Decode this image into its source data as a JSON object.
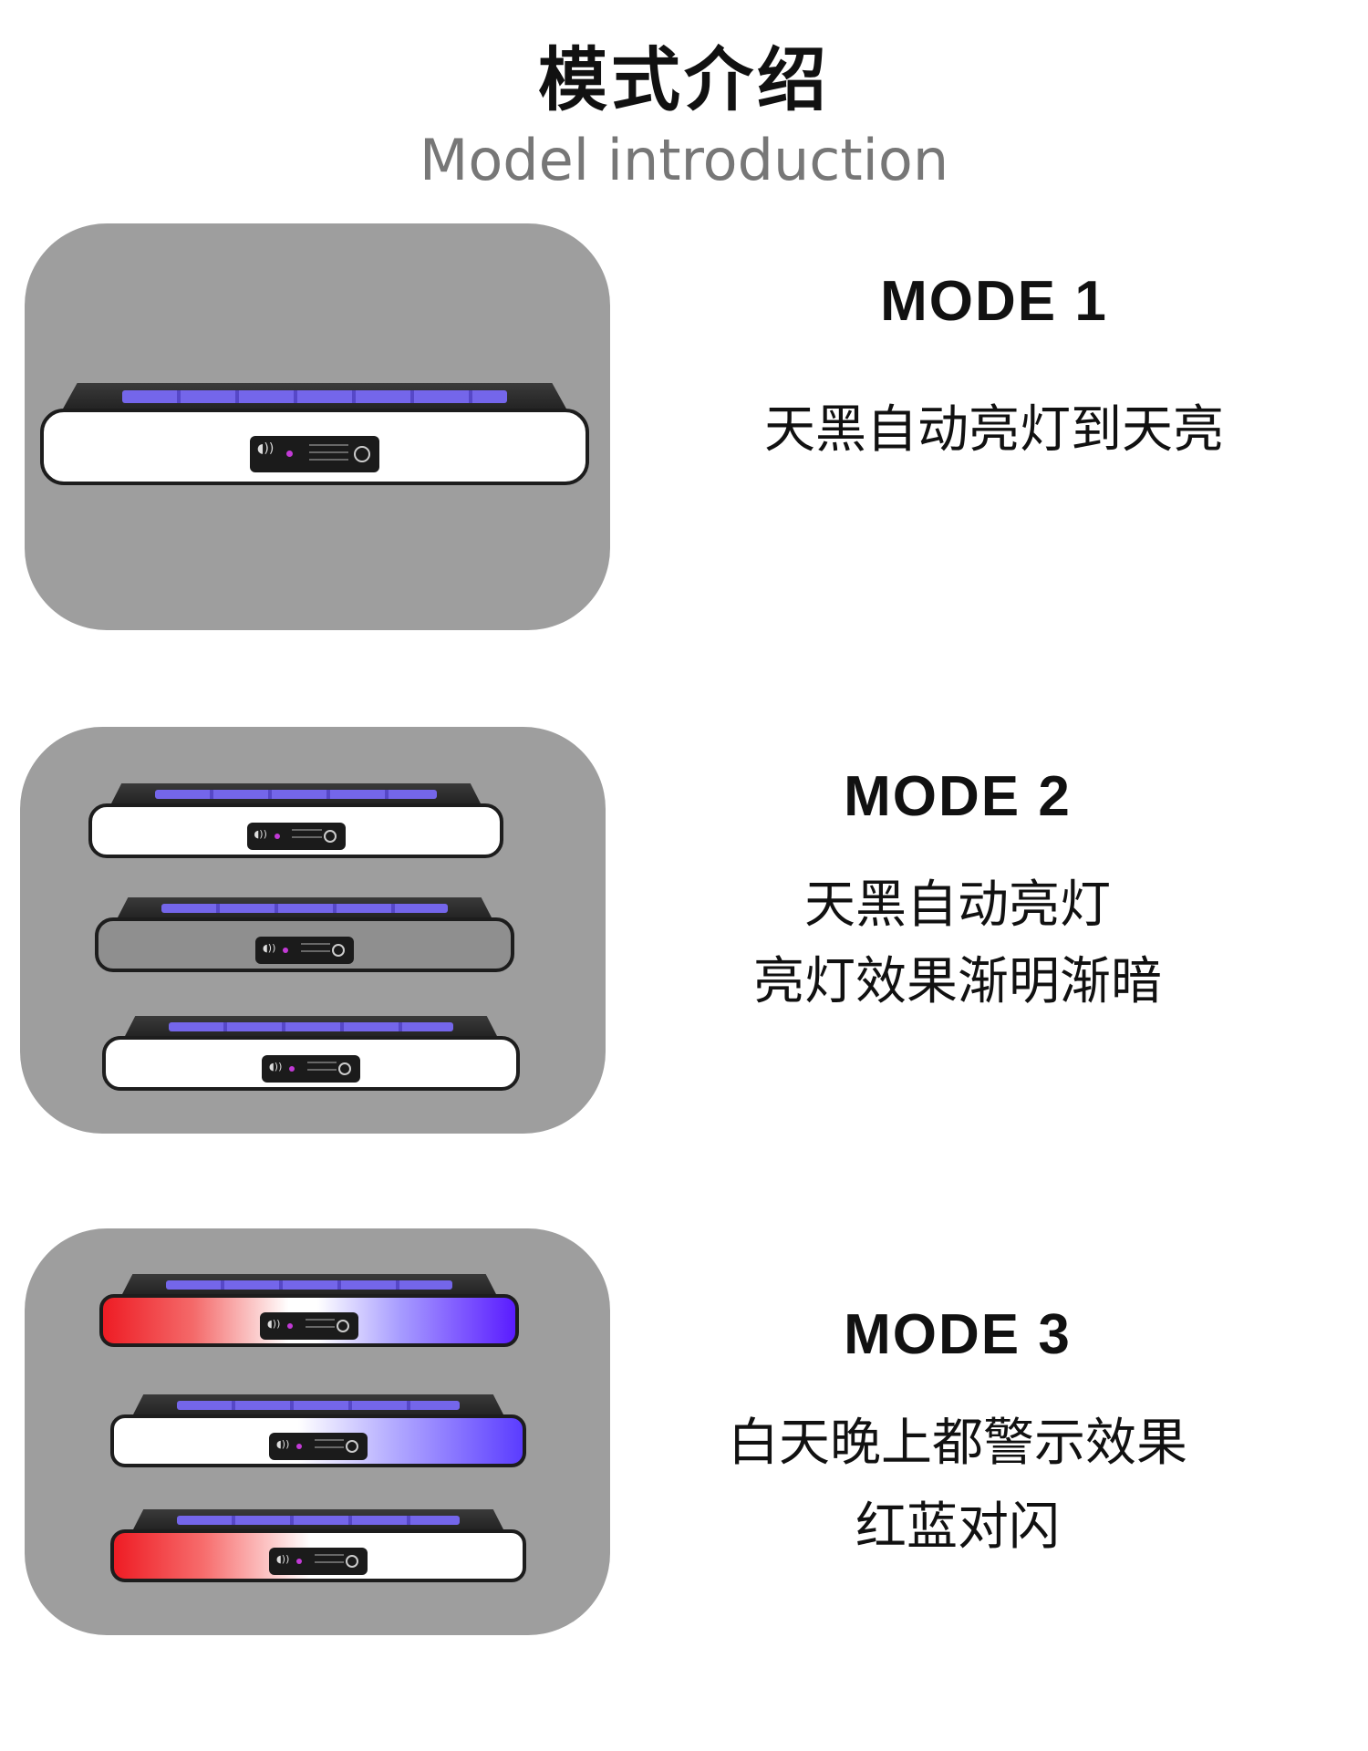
{
  "header": {
    "title_cn": "模式介绍",
    "title_en": "Model introduction"
  },
  "modes": [
    {
      "title": "MODE 1",
      "desc_lines": [
        "天黑自动亮灯到天亮"
      ],
      "bars": [
        "white"
      ]
    },
    {
      "title": "MODE 2",
      "desc_lines": [
        "天黑自动亮灯",
        "亮灯效果渐明渐暗"
      ],
      "bars": [
        "white",
        "grey",
        "white"
      ]
    },
    {
      "title": "MODE 3",
      "desc_lines": [
        "白天晚上都警示效果",
        "红蓝对闪"
      ],
      "bars": [
        "red-blue",
        "white-blue",
        "red-white"
      ]
    }
  ],
  "colors": {
    "panel": "#9e9e9e",
    "solar": "#7c6cff",
    "red": "#ee1c24",
    "blue": "#5a1cff"
  },
  "icons": [
    "signal-icon",
    "mode-indicator-icon",
    "power-button-icon"
  ]
}
